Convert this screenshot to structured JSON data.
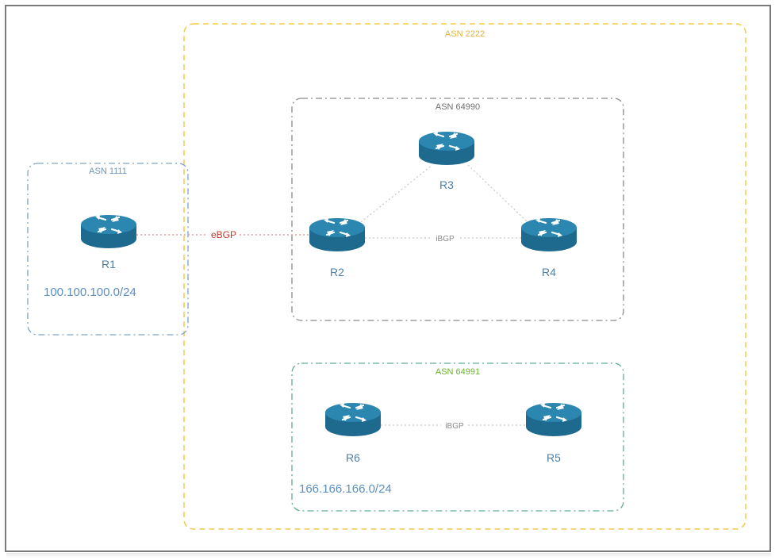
{
  "zones": {
    "asn_2222": {
      "label": "ASN 2222",
      "color": "#f2c94c"
    },
    "asn_64990": {
      "label": "ASN 64990",
      "color": "#8a8a8a"
    },
    "asn_1111": {
      "label": "ASN 1111",
      "color": "#7ea6c4"
    },
    "asn_64991": {
      "label": "ASN 64991",
      "color": "#5fae8c"
    }
  },
  "routers": {
    "r1": {
      "label": "R1"
    },
    "r2": {
      "label": "R2"
    },
    "r3": {
      "label": "R3"
    },
    "r4": {
      "label": "R4"
    },
    "r5": {
      "label": "R5"
    },
    "r6": {
      "label": "R6"
    }
  },
  "links": {
    "r1_r2": {
      "label": "eBGP",
      "color": "#c0392b"
    },
    "r2_r4": {
      "label": "iBGP"
    },
    "r6_r5": {
      "label": "iBGP"
    }
  },
  "prefixes": {
    "r1_prefix": "100.100.100.0/24",
    "r6_prefix": "166.166.166.0/24"
  },
  "colors": {
    "router_body": "#1e6a8e",
    "router_top": "#2b86b0",
    "router_arrow": "#ffffff",
    "router_label": "#4f7fa6",
    "link_dotted": "#c8c8c8",
    "link_label": "#8a8a8a"
  }
}
